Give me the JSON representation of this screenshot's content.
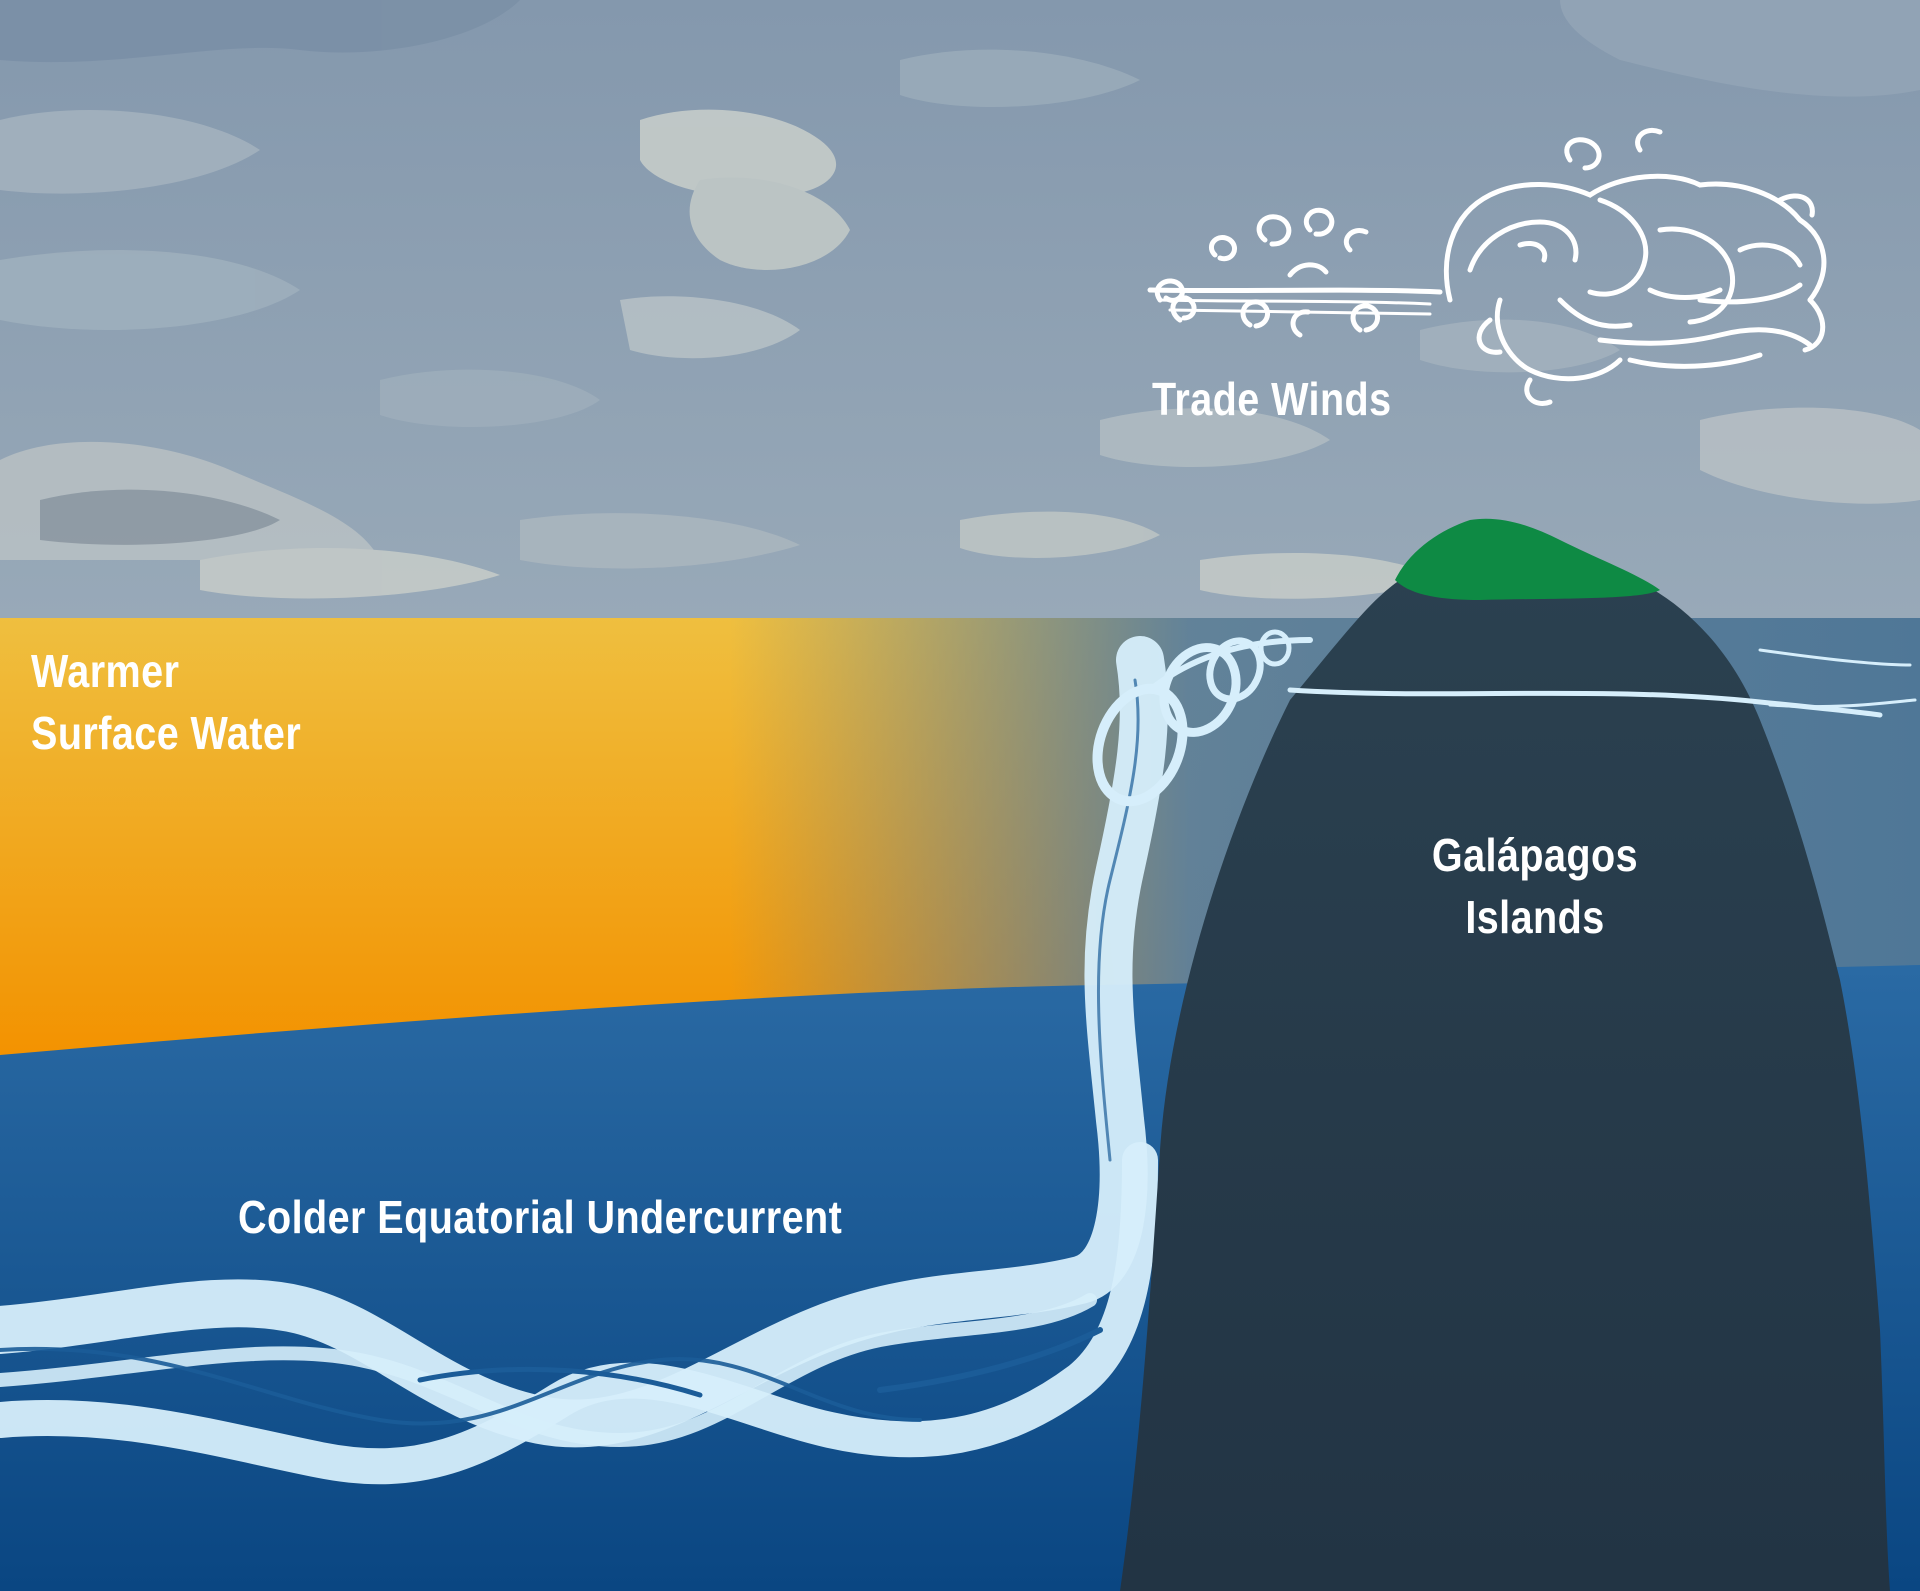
{
  "labels": {
    "trade_winds": "Trade Winds",
    "warmer_surface_water": [
      "Warmer",
      "Surface Water"
    ],
    "galapagos_islands": [
      "Galápagos",
      "Islands"
    ],
    "undercurrent": "Colder Equatorial Undercurrent"
  },
  "colors": {
    "sky": "#8ea2b5",
    "cloud_light": "#c8ccc7",
    "warm_water_top": "#f0be3c",
    "warm_water_bottom": "#f39200",
    "deep_water_top": "#2a6aa3",
    "deep_water_bottom": "#0e4a86",
    "island": "#263a4a",
    "island_peak": "#0e8a44",
    "current": "#d6eefb"
  },
  "icons": [
    "trade-winds-swirl-icon"
  ]
}
